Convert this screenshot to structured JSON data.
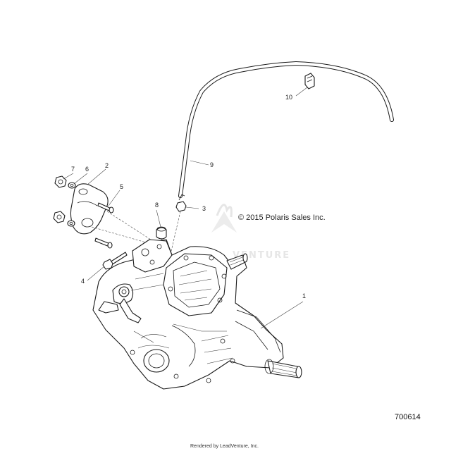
{
  "copyright": "© 2015 Polaris Sales Inc.",
  "figure_number": "700614",
  "footer": "Rendered by LeadVenture, Inc.",
  "watermark": "VENTURE",
  "callouts": [
    {
      "id": "1",
      "label": "1"
    },
    {
      "id": "2",
      "label": "2"
    },
    {
      "id": "3",
      "label": "3"
    },
    {
      "id": "4",
      "label": "4"
    },
    {
      "id": "5",
      "label": "5"
    },
    {
      "id": "6",
      "label": "6"
    },
    {
      "id": "7",
      "label": "7"
    },
    {
      "id": "8",
      "label": "8"
    },
    {
      "id": "9",
      "label": "9"
    },
    {
      "id": "10",
      "label": "10"
    }
  ]
}
